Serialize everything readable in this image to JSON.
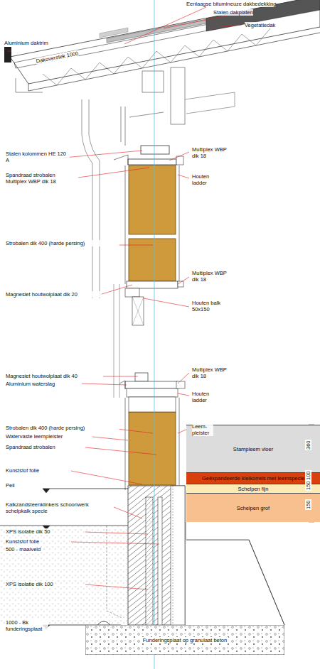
{
  "diagram": {
    "nodes": [
      {
        "text": [
          "Stampleem vloer"
        ]
      },
      {
        "text": [
          "Geëxpandeerde kleikorrels met leemspecie"
        ]
      },
      {
        "text": [
          "Schelpen fijn"
        ]
      },
      {
        "text": [
          "Schelpen grof"
        ]
      },
      {
        "text": [
          "Funderingsplaat op granulaat beton"
        ]
      }
    ],
    "labels": [
      "Eenlaagse bitumineuze dakbedekking",
      "Stalen dakplaten",
      "Vegetatiedak",
      "Aluminium daktrim",
      "Dakoverstek 1000",
      "Stalen kolommen HE 120 A",
      "Multiplex WBP dik 18",
      "Spandraad strobalen Multiplex WBP dik 18",
      "Houten ladder",
      "Strobalen dik 400 (harde persing)",
      "Multiplex WBP dik 18",
      "Magnesiet houtwolplaat dik 20",
      "Houten balk 50x150",
      "Multiplex WBP dik 18",
      "Magnesiet houtwolplaat dik 40",
      "Aluminium waterslag",
      "Houten ladder",
      "Strobalen dik 400 (harde persing)",
      "Watervaste leempleister",
      "Leem- pleister",
      "Spandraad strobalen",
      "Kunststof folie",
      "Peil",
      "Kalkzandsteenklinkers schoonwerk schelpkalk specie",
      "XPS isolatie dik 50",
      "Kunststof folie",
      "500 - maaiveld",
      "XPS isolatie dik 100",
      "1000 - Bk funderingsplaat",
      "360",
      "100",
      "150",
      "150"
    ]
  }
}
